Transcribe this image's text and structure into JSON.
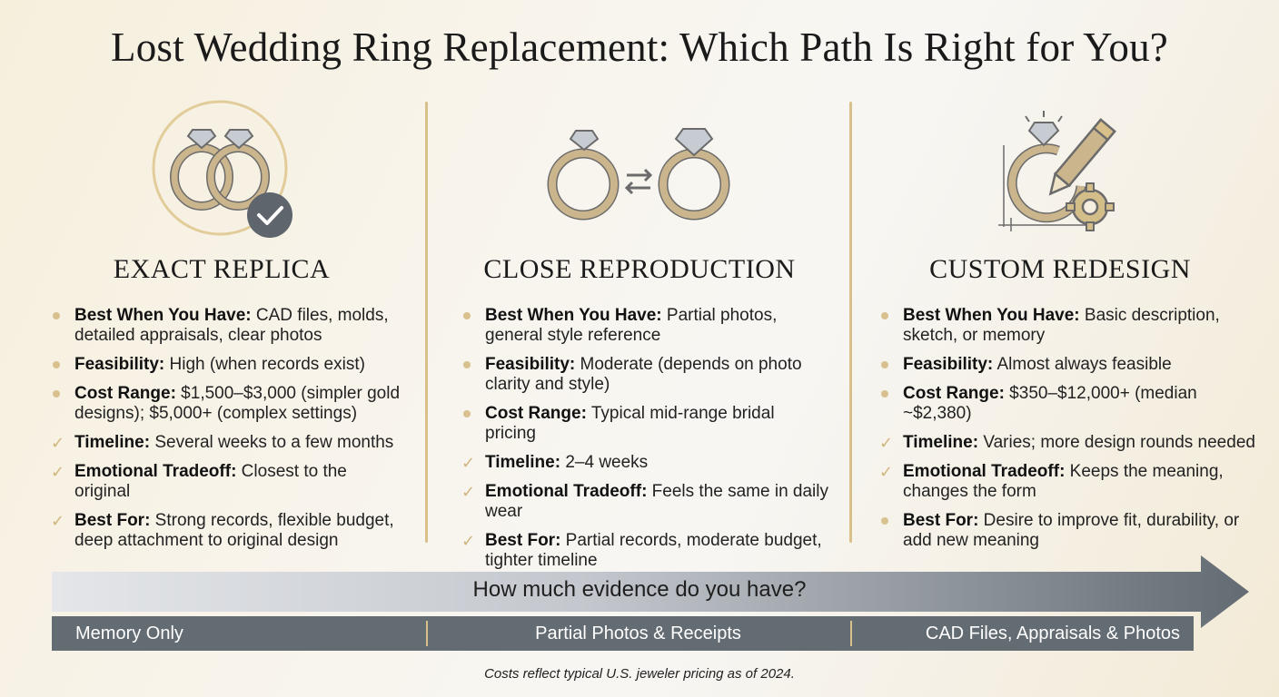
{
  "title": "Lost Wedding Ring Replacement: Which Path Is Right for You?",
  "columns": [
    {
      "icon": "interlocked-rings-check-icon",
      "heading": "EXACT REPLICA",
      "items": [
        {
          "bullet": "dot",
          "label": "Best When You Have:",
          "text": " CAD files, molds, detailed appraisals, clear photos"
        },
        {
          "bullet": "dot",
          "label": "Feasibility:",
          "text": " High (when records exist)"
        },
        {
          "bullet": "dot",
          "label": "Cost Range:",
          "text": " $1,500–$3,000 (simpler gold designs); $5,000+ (complex settings)"
        },
        {
          "bullet": "check",
          "label": "Timeline:",
          "text": " Several weeks to a few months"
        },
        {
          "bullet": "check",
          "label": "Emotional Tradeoff:",
          "text": " Closest to the original"
        },
        {
          "bullet": "check",
          "label": "Best For:",
          "text": " Strong records, flexible budget, deep attachment to original design"
        }
      ]
    },
    {
      "icon": "two-rings-exchange-icon",
      "heading": "CLOSE REPRODUCTION",
      "items": [
        {
          "bullet": "dot",
          "label": "Best When You Have:",
          "text": " Partial photos, general style reference"
        },
        {
          "bullet": "dot",
          "label": "Feasibility:",
          "text": " Moderate (depends on photo clarity and style)"
        },
        {
          "bullet": "dot",
          "label": "Cost Range:",
          "text": " Typical mid-range bridal pricing"
        },
        {
          "bullet": "check",
          "label": "Timeline:",
          "text": " 2–4 weeks"
        },
        {
          "bullet": "check",
          "label": "Emotional Tradeoff:",
          "text": " Feels the same in daily wear"
        },
        {
          "bullet": "check",
          "label": "Best For:",
          "text": " Partial records, moderate budget, tighter timeline"
        }
      ]
    },
    {
      "icon": "ring-pencil-gear-icon",
      "heading": "CUSTOM REDESIGN",
      "items": [
        {
          "bullet": "dot",
          "label": "Best When You Have:",
          "text": " Basic description, sketch, or memory"
        },
        {
          "bullet": "dot",
          "label": "Feasibility:",
          "text": " Almost always feasible"
        },
        {
          "bullet": "dot",
          "label": "Cost Range:",
          "text": " $350–$12,000+ (median ~$2,380)"
        },
        {
          "bullet": "check",
          "label": "Timeline:",
          "text": " Varies; more design rounds needed"
        },
        {
          "bullet": "check",
          "label": "Emotional Tradeoff:",
          "text": " Keeps the meaning, changes the form"
        },
        {
          "bullet": "dot",
          "label": "Best For:",
          "text": " Desire to improve fit, durability, or add new meaning"
        }
      ]
    }
  ],
  "evidence": {
    "question": "How much evidence do you have?",
    "levels": [
      "Memory Only",
      "Partial Photos & Receipts",
      "CAD Files, Appraisals & Photos"
    ]
  },
  "footnote": "Costs reflect typical U.S. jeweler pricing as of 2024.",
  "colors": {
    "gold": "#d9c08a",
    "slate": "#636b73",
    "ring_fill": "#c9b68e"
  }
}
